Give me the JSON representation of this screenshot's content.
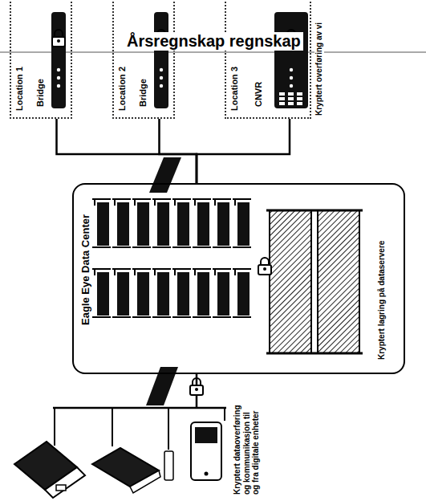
{
  "diagram": {
    "nodes": [
      {
        "text": [
          "Location 1"
        ]
      },
      {
        "text": [
          "Bridge"
        ],
        "in": 0
      },
      {
        "text": [
          "Location 2"
        ]
      },
      {
        "text": [
          "Bridge"
        ],
        "in": 2
      },
      {
        "text": [
          "Location 3"
        ]
      },
      {
        "text": [
          "CNVR"
        ],
        "in": 4
      },
      {
        "text": [
          "Eagle Eye Data Center",
          "Kryptert lagring på dataservere"
        ]
      }
    ],
    "edges": [
      {
        "from": 0,
        "to": 6,
        "arrow": "none"
      },
      {
        "from": 2,
        "to": 6,
        "arrow": "none"
      },
      {
        "from": 4,
        "to": 6,
        "arrow": "none"
      }
    ],
    "labels": [
      "Årsregnskap regnskap",
      "Kryptert overføring av vi",
      "Kryptert dataoverføring og kommunikasjon til og fra digitale enheter"
    ]
  }
}
